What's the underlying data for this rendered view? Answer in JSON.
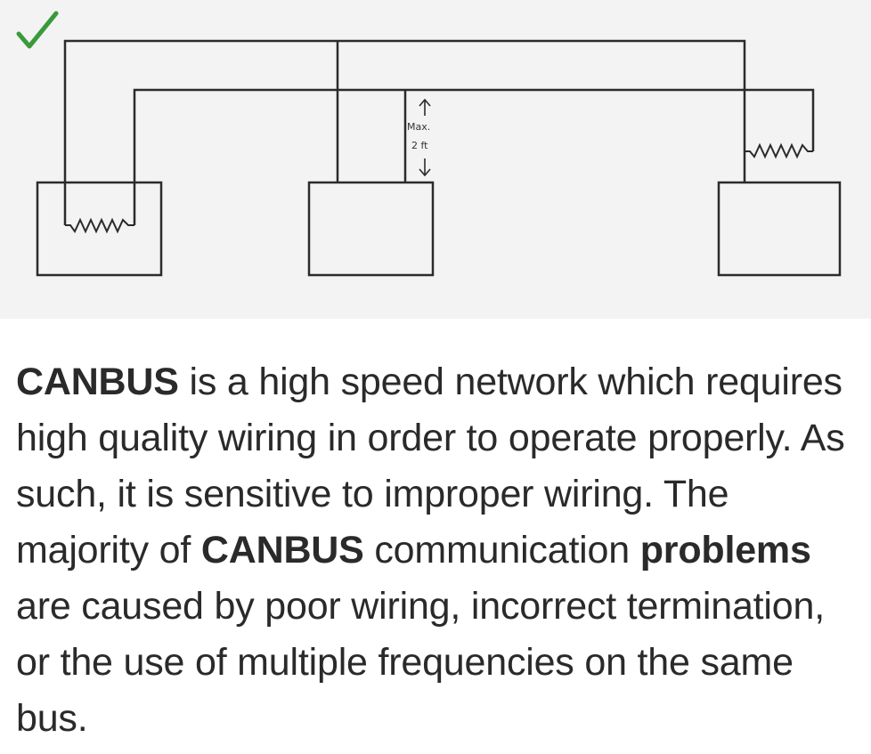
{
  "diagram": {
    "check_icon_color": "#3a9a3a",
    "line_color": "#2b2b2b",
    "annotation": {
      "line1": "Max.",
      "line2": "2 ft"
    }
  },
  "paragraph": {
    "seg1_bold": "CANBUS",
    "seg2": " is a high speed network which requires high quality wiring in order to operate properly. As such, it is sensitive to improper wiring. The majority of ",
    "seg3_bold": "CANBUS",
    "seg4": " communication ",
    "seg5_bold": "problems",
    "seg6": " are caused by poor wiring, incorrect termination, or the use of multiple frequencies on the same bus."
  }
}
